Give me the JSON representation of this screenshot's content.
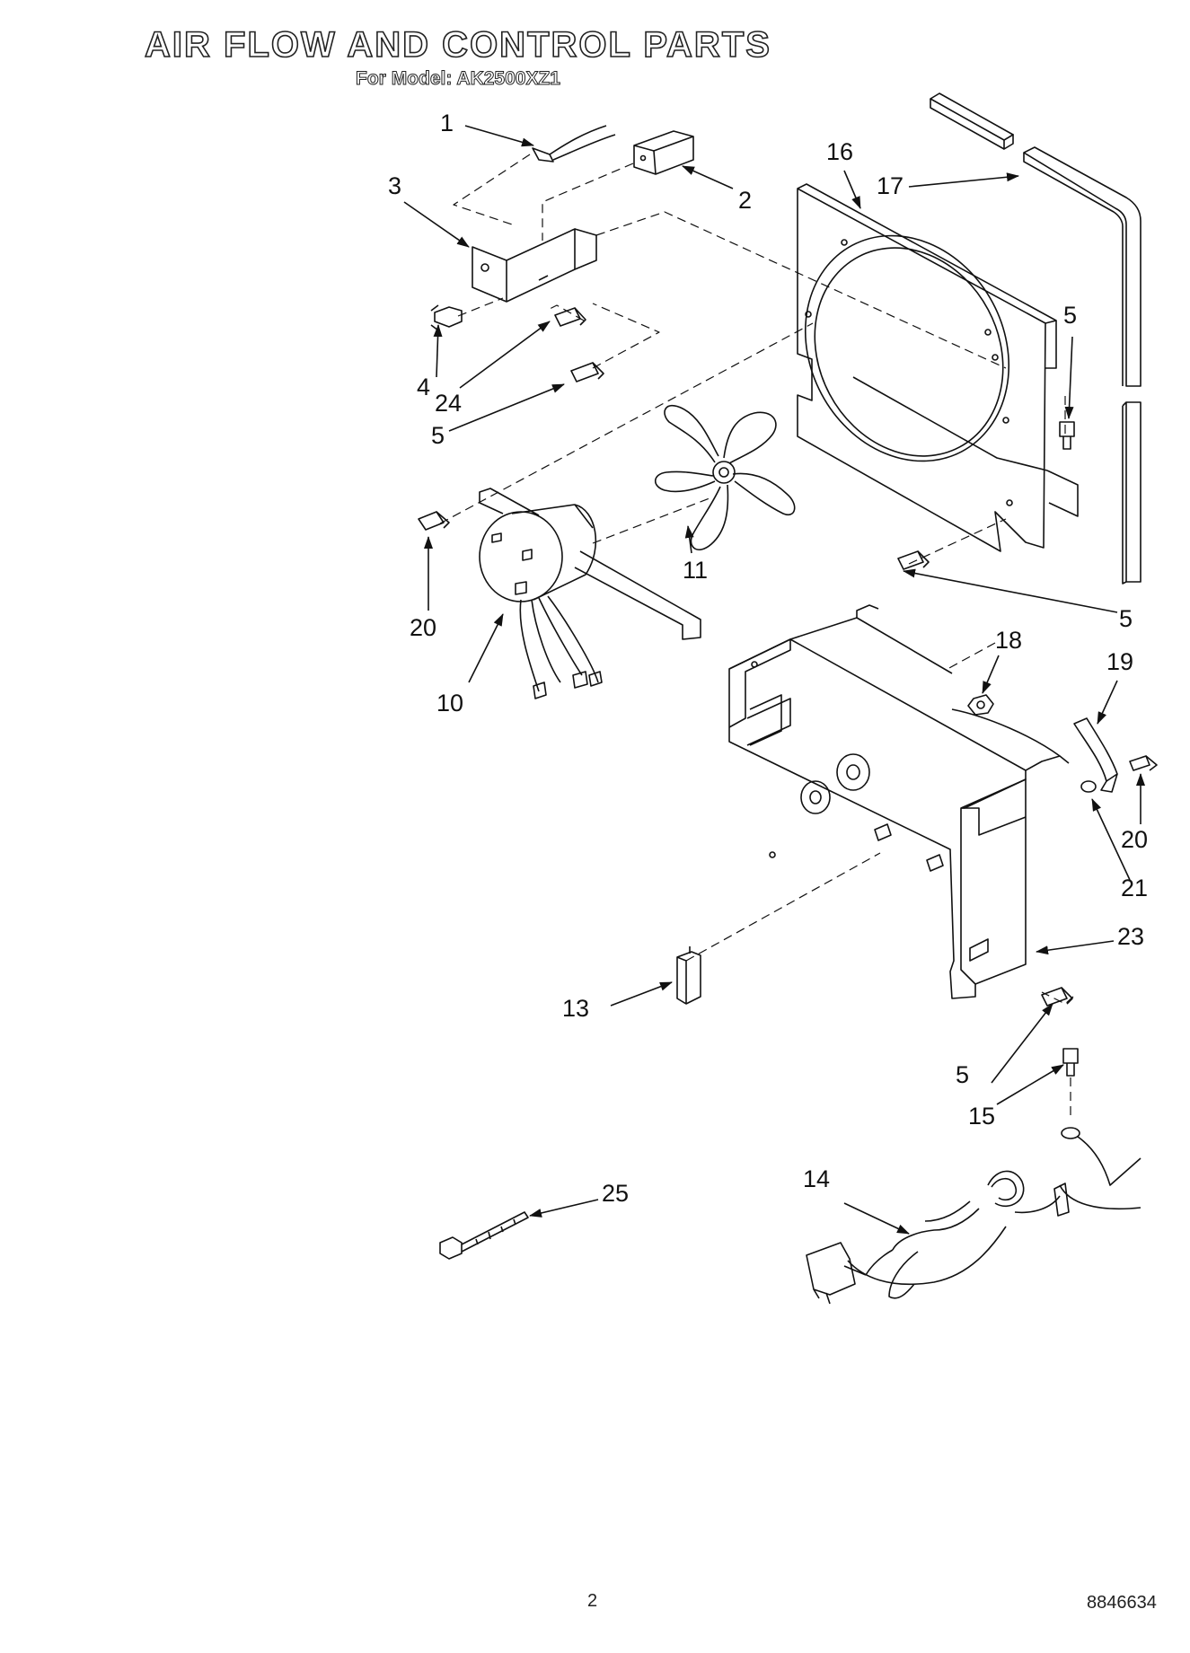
{
  "header": {
    "title": "AIR FLOW AND CONTROL PARTS",
    "subtitle": "For Model: AK2500XZ1"
  },
  "callouts": {
    "c1": "1",
    "c2": "2",
    "c3": "3",
    "c4": "4",
    "c24": "24",
    "c5a": "5",
    "c5b": "5",
    "c5c": "5",
    "c5d": "5",
    "c16": "16",
    "c17": "17",
    "c11": "11",
    "c20a": "20",
    "c10": "10",
    "c18": "18",
    "c19": "19",
    "c20b": "20",
    "c21": "21",
    "c23": "23",
    "c13": "13",
    "c15": "15",
    "c14": "14",
    "c25": "25"
  },
  "footer": {
    "page_number": "2",
    "doc_number": "8846634"
  }
}
